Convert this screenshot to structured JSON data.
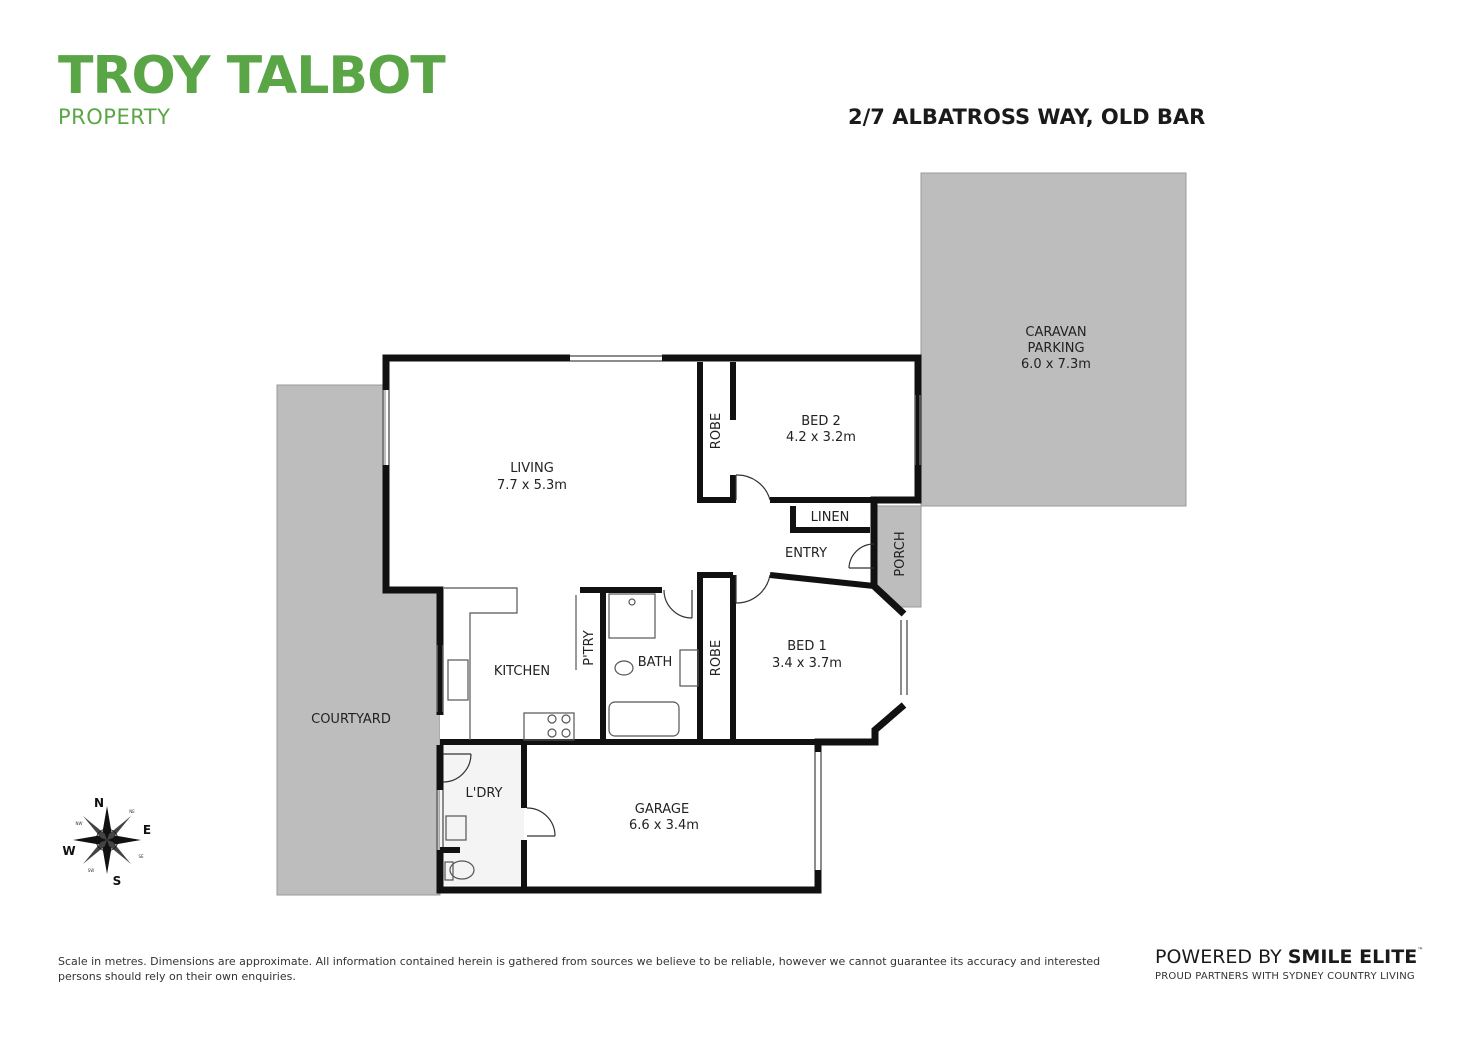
{
  "brand": {
    "name": "TROY TALBOT",
    "sub": "PROPERTY",
    "color": "#5aa646"
  },
  "address": "2/7 ALBATROSS WAY, OLD BAR",
  "rooms": {
    "caravan": {
      "line1": "CARAVAN",
      "line2": "PARKING",
      "dims": "6.0 x 7.3m"
    },
    "living": {
      "name": "LIVING",
      "dims": "7.7 x 5.3m"
    },
    "bed2": {
      "name": "BED 2",
      "dims": "4.2 x 3.2m"
    },
    "robe_top": "ROBE",
    "robe_bottom": "ROBE",
    "linen": "LINEN",
    "entry": "ENTRY",
    "porch": "PORCH",
    "bed1": {
      "name": "BED 1",
      "dims": "3.4 x 3.7m"
    },
    "pantry": "P'TRY",
    "bath": "BATH",
    "kitchen": "KITCHEN",
    "courtyard": "COURTYARD",
    "laundry": "L'DRY",
    "garage": {
      "name": "GARAGE",
      "dims": "6.6 x 3.4m"
    }
  },
  "compass": {
    "n": "N",
    "e": "E",
    "s": "S",
    "w": "W",
    "nw": "NW",
    "ne": "NE",
    "sw": "SW",
    "se": "SE"
  },
  "colors": {
    "wall": "#111111",
    "outdoor": "#bdbdbd",
    "brand": "#5aa646"
  },
  "footer": {
    "disclaimer": "Scale in metres. Dimensions are approximate. All information contained herein is gathered from sources we believe to be reliable, however we cannot guarantee its accuracy and interested persons should rely on their own enquiries.",
    "powered_prefix": "POWERED BY ",
    "powered_brand": "SMILE ELITE",
    "powered_tm": "™",
    "partners": "PROUD PARTNERS WITH SYDNEY COUNTRY LIVING"
  }
}
